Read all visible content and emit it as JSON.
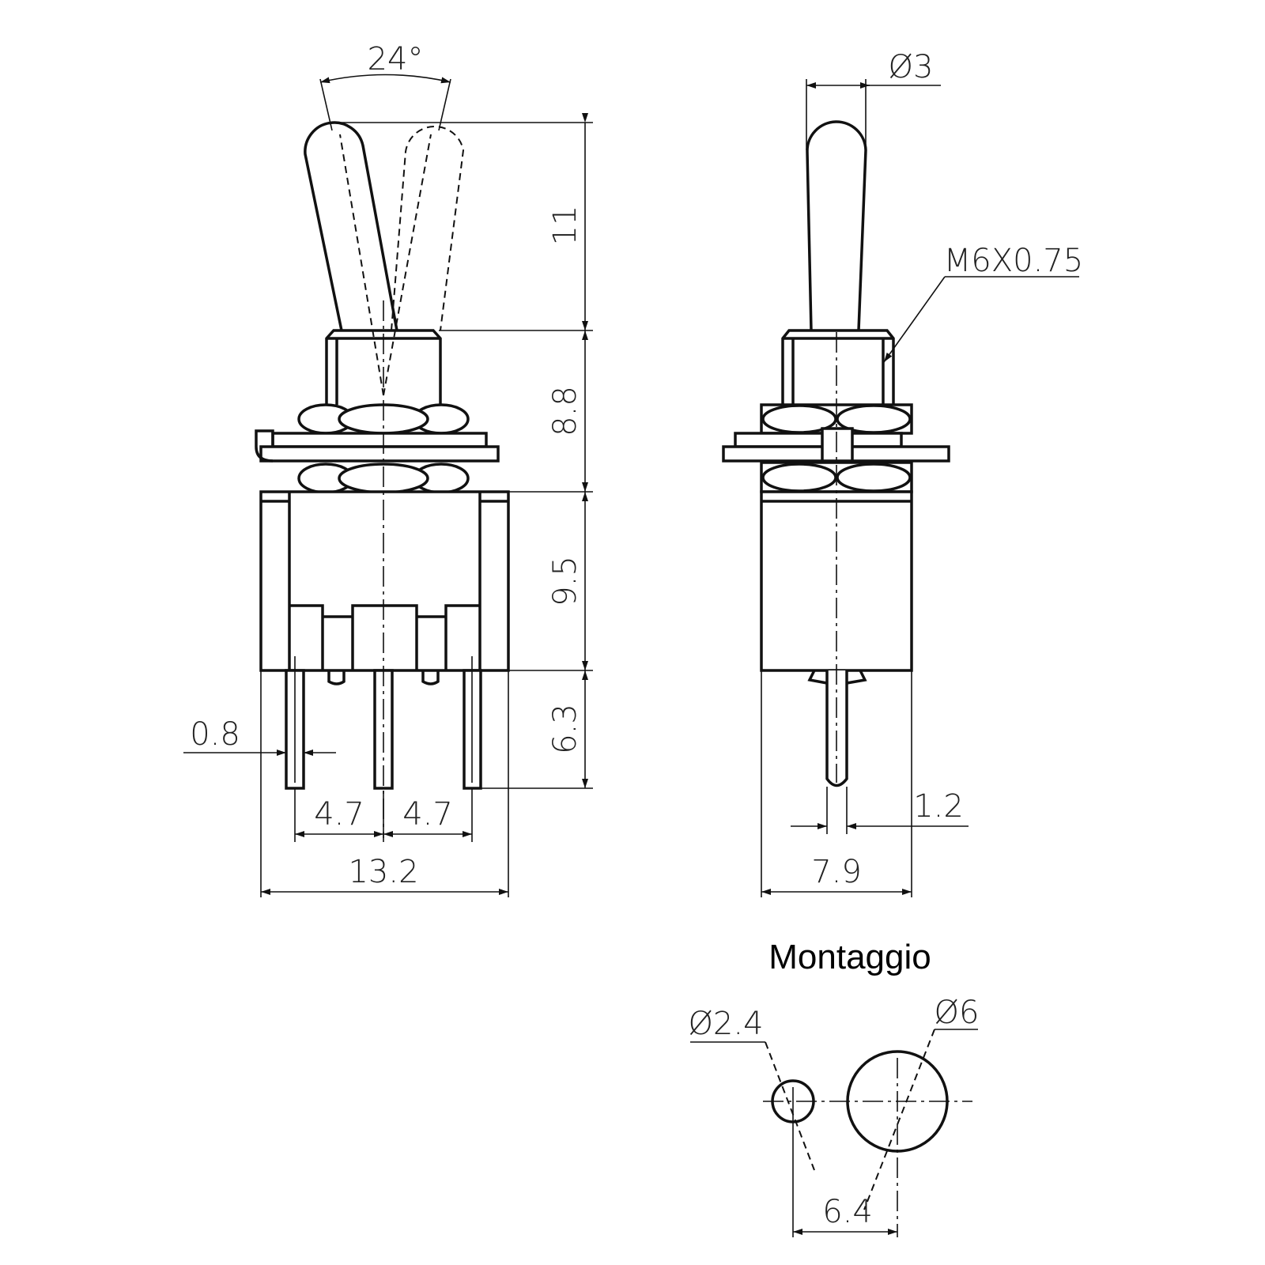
{
  "title": "Montaggio",
  "front_view": {
    "angle": "24°",
    "lever_height": "11",
    "bushing_height": "8.8",
    "body_height": "9.5",
    "pin_length": "6.3",
    "pin_width": "0.8",
    "pin_pitch_left": "4.7",
    "pin_pitch_right": "4.7",
    "body_width": "13.2"
  },
  "side_view": {
    "lever_diameter": "Ø3",
    "thread": "M6X0.75",
    "pin_width": "1.2",
    "body_depth": "7.9"
  },
  "mounting": {
    "small_hole": "Ø2.4",
    "large_hole": "Ø6",
    "spacing": "6.4"
  }
}
